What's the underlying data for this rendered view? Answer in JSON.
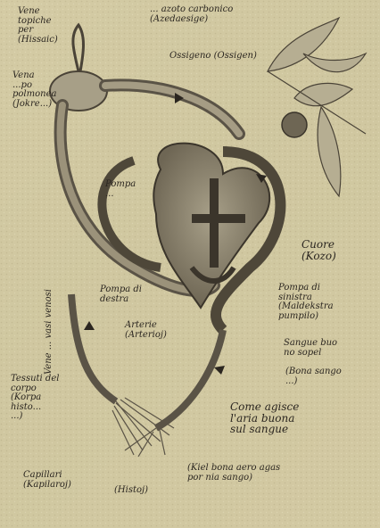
{
  "labels": {
    "vena_top_left": "Vene\ntopiche\nper\n(Hissaic)",
    "vena_left_2": "Vena\n...po\npolmonea\n(Jokre...)",
    "azoto": "... azoto carbonico\n(Azedaesige)",
    "ossigeno": "Ossigeno (Ossigen)",
    "pompa": "Pompa\n...",
    "cuore": "Cuore\n(Kozo)",
    "pompa_sinistra": "Pompa di\nsinistra\n(Maldekstra\npumpilo)",
    "sangue_buono": "Sangue buo\nno sopel",
    "bona_sango": "(Bona sango\n...)",
    "come": "Come agisce\nl'aria buona\nsul sangue",
    "kiel": "(Kiel bona aero agas\npor nia sango)",
    "left_vertical": "Vene ... vasi venosi",
    "left_lower": "Tessuti del\ncorpo\n(Korpa\nhisto...\n...)",
    "bottom_left": "Capillari\n(Kapilaroj)",
    "tessuti": "(Histoj)",
    "center_1": "Pompa di\ndestra",
    "center_2": "Arterie\n(Arterioj)"
  },
  "colors": {
    "paper": "#d3caa3",
    "ink": "#2b2620",
    "vessel": "#5a5346",
    "vessel_light": "#a59c84"
  }
}
